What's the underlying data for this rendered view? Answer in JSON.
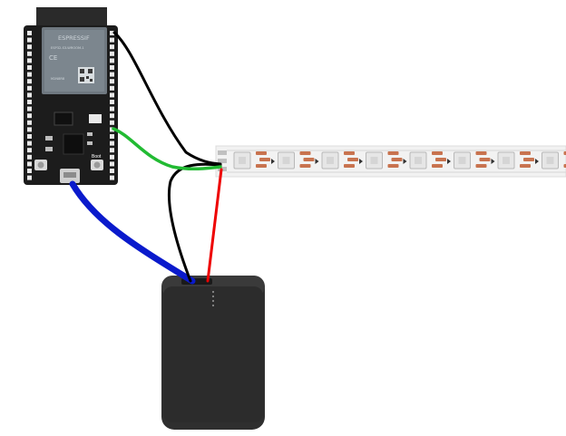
{
  "board": {
    "module_brand": "ESPRESSIF",
    "module_model": "ESP32-S3-WROOM-1",
    "module_line1": "ESP32-S3-WROOM-1",
    "ce_mark": "CE",
    "module_line2": "M2N8R8",
    "boot_label": "Boot"
  },
  "wires": [
    {
      "name": "data-wire",
      "color": "#22bb33"
    },
    {
      "name": "ground-wire-board",
      "color": "#000000"
    },
    {
      "name": "ground-wire-battery",
      "color": "#000000"
    },
    {
      "name": "power-wire",
      "color": "#ee0000"
    },
    {
      "name": "usb-cable",
      "color": "#0a1acc"
    }
  ],
  "strip": {
    "led_count": 8,
    "background": "#f2f2f2",
    "led_body": "#e6e6e6",
    "resistor": "#c8734f"
  },
  "battery": {
    "body_color": "#2f2f2f",
    "indicator_dots": 4
  }
}
